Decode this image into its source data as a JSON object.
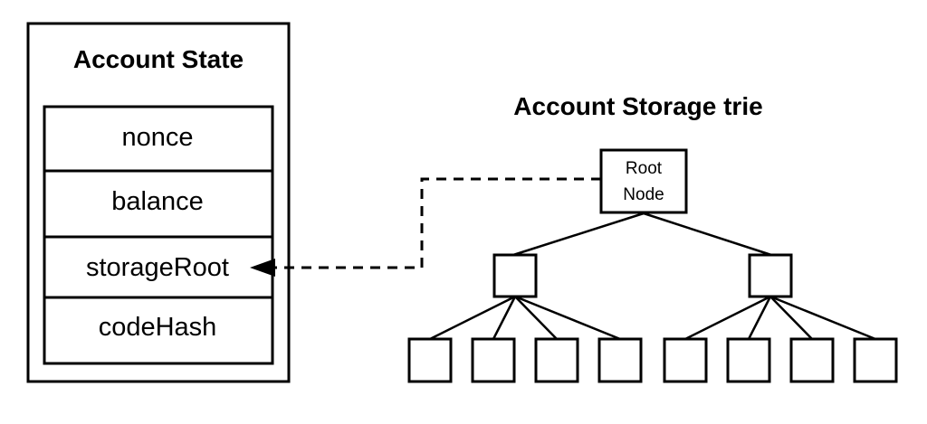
{
  "account_state": {
    "title": "Account State",
    "fields": [
      "nonce",
      "balance",
      "storageRoot",
      "codeHash"
    ]
  },
  "storage_trie": {
    "title": "Account Storage trie",
    "root_label_line1": "Root",
    "root_label_line2": "Node"
  },
  "colors": {
    "stroke": "#000000",
    "background": "#ffffff"
  }
}
